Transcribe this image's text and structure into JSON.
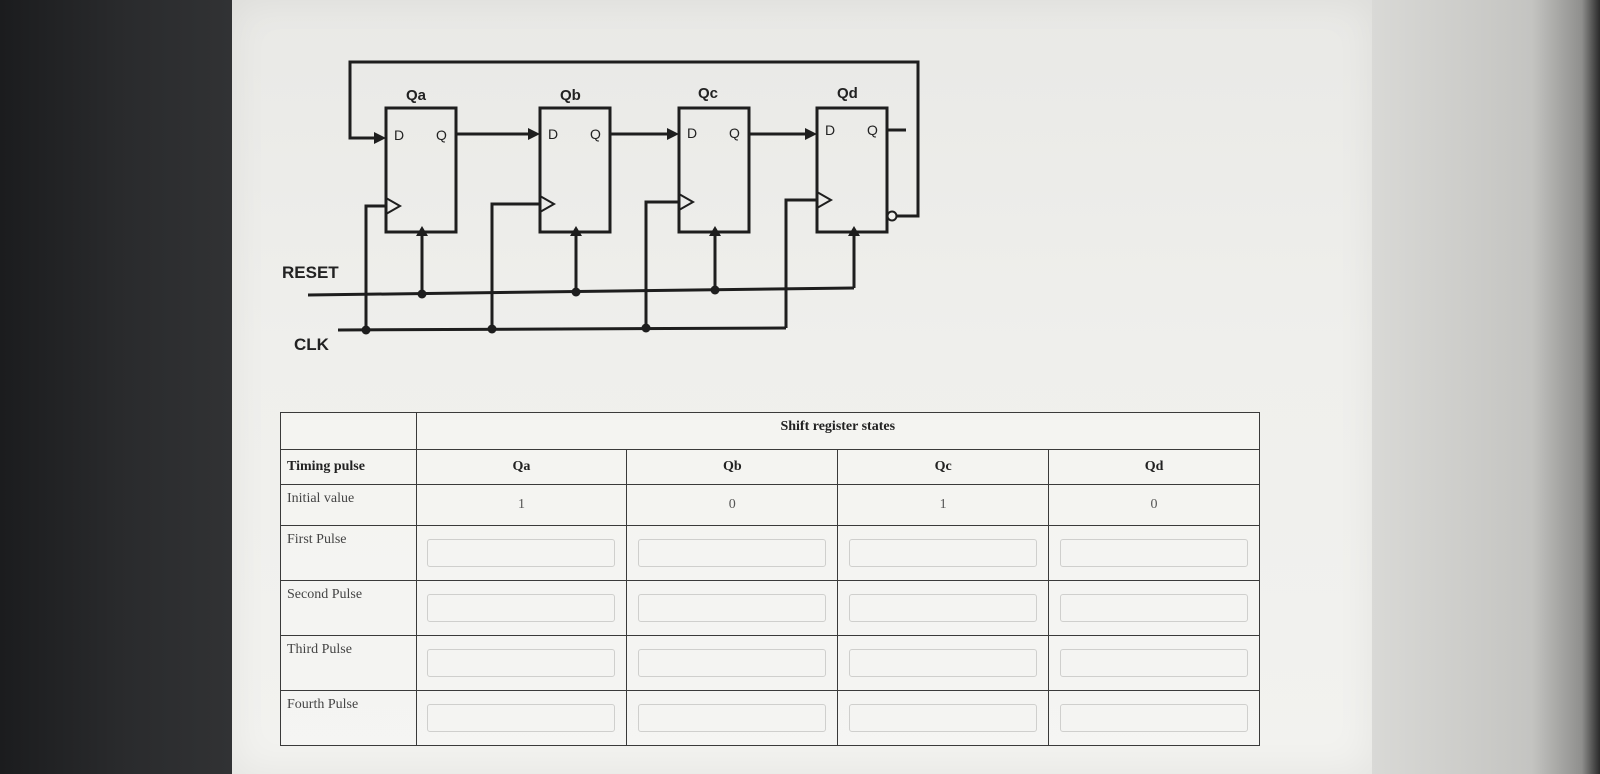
{
  "diagram": {
    "flipflops": [
      {
        "label": "Qa",
        "d_pin": "D",
        "q_pin": "Q"
      },
      {
        "label": "Qb",
        "d_pin": "D",
        "q_pin": "Q"
      },
      {
        "label": "Qc",
        "d_pin": "D",
        "q_pin": "Q"
      },
      {
        "label": "Qd",
        "d_pin": "D",
        "q_pin": "Q"
      }
    ],
    "reset_label": "RESET",
    "clk_label": "CLK"
  },
  "table": {
    "group_header": "Shift register states",
    "row_header": "Timing pulse",
    "columns": [
      "Qa",
      "Qb",
      "Qc",
      "Qd"
    ],
    "initial_row": {
      "label": "Initial value",
      "values": [
        "1",
        "0",
        "1",
        "0"
      ]
    },
    "pulse_rows": [
      {
        "label": "First Pulse",
        "answers": [
          "",
          "",
          "",
          ""
        ]
      },
      {
        "label": "Second Pulse",
        "answers": [
          "",
          "",
          "",
          ""
        ]
      },
      {
        "label": "Third Pulse",
        "answers": [
          "",
          "",
          "",
          ""
        ]
      },
      {
        "label": "Fourth Pulse",
        "answers": [
          "",
          "",
          "",
          ""
        ]
      }
    ]
  }
}
